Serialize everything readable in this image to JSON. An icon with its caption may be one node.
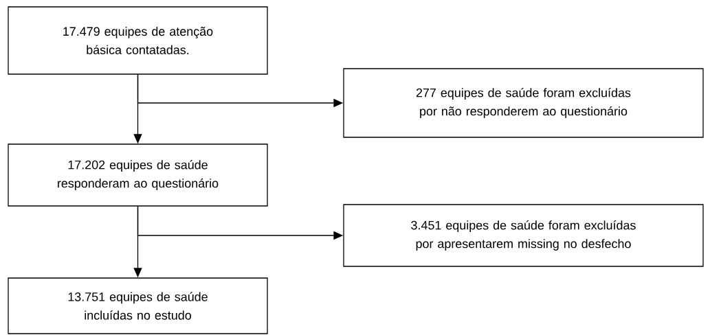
{
  "diagram": {
    "nodes": [
      {
        "text": [
          "17.479 equipes de atenção básica contatadas."
        ]
      },
      {
        "text": [
          "277 equipes de saúde foram excluídas por não responderem ao questionário"
        ]
      },
      {
        "text": [
          "17.202 equipes de saúde responderam ao questionário"
        ]
      },
      {
        "text": [
          "3.451 equipes de saúde foram excluídas por apresentarem missing no desfecho"
        ]
      },
      {
        "text": [
          "13.751 equipes de saúde incluídas no estudo"
        ]
      }
    ],
    "edges": [
      {
        "from": 0,
        "to": 2,
        "arrow": "to"
      },
      {
        "from": 0,
        "to": 1,
        "arrow": "to"
      },
      {
        "from": 2,
        "to": 4,
        "arrow": "to"
      },
      {
        "from": 2,
        "to": 3,
        "arrow": "to"
      }
    ]
  }
}
